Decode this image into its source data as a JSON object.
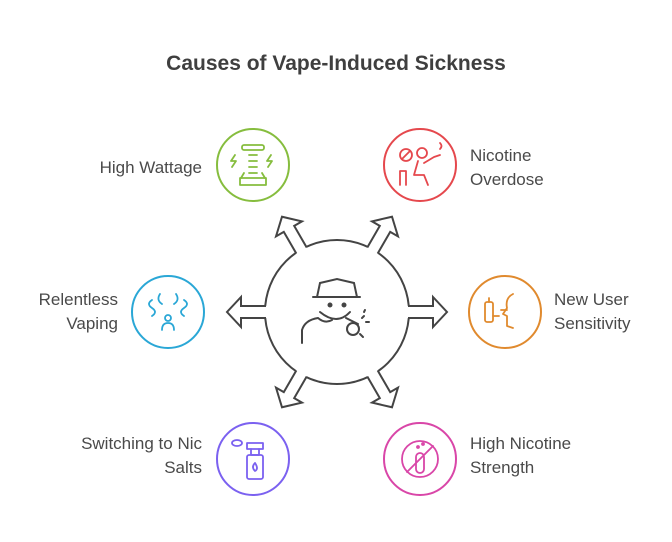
{
  "title": "Causes of Vape-Induced Sickness",
  "center_icon": "vaping-person-icon",
  "causes": [
    {
      "label_lines": [
        "High Wattage"
      ],
      "icon": "battery-lightning-icon",
      "color": "#86bd3e"
    },
    {
      "label_lines": [
        "Nicotine",
        "Overdose"
      ],
      "icon": "person-smoking-icon",
      "color": "#e5484d"
    },
    {
      "label_lines": [
        "Relentless",
        "Vaping"
      ],
      "icon": "vapor-person-icon",
      "color": "#2aa7d6"
    },
    {
      "label_lines": [
        "New User",
        "Sensitivity"
      ],
      "icon": "inhaler-face-icon",
      "color": "#e08a2e"
    },
    {
      "label_lines": [
        "Switching to Nic",
        "Salts"
      ],
      "icon": "spray-bottle-icon",
      "color": "#7b61f0"
    },
    {
      "label_lines": [
        "High Nicotine",
        "Strength"
      ],
      "icon": "no-test-tube-icon",
      "color": "#d946a8"
    }
  ]
}
